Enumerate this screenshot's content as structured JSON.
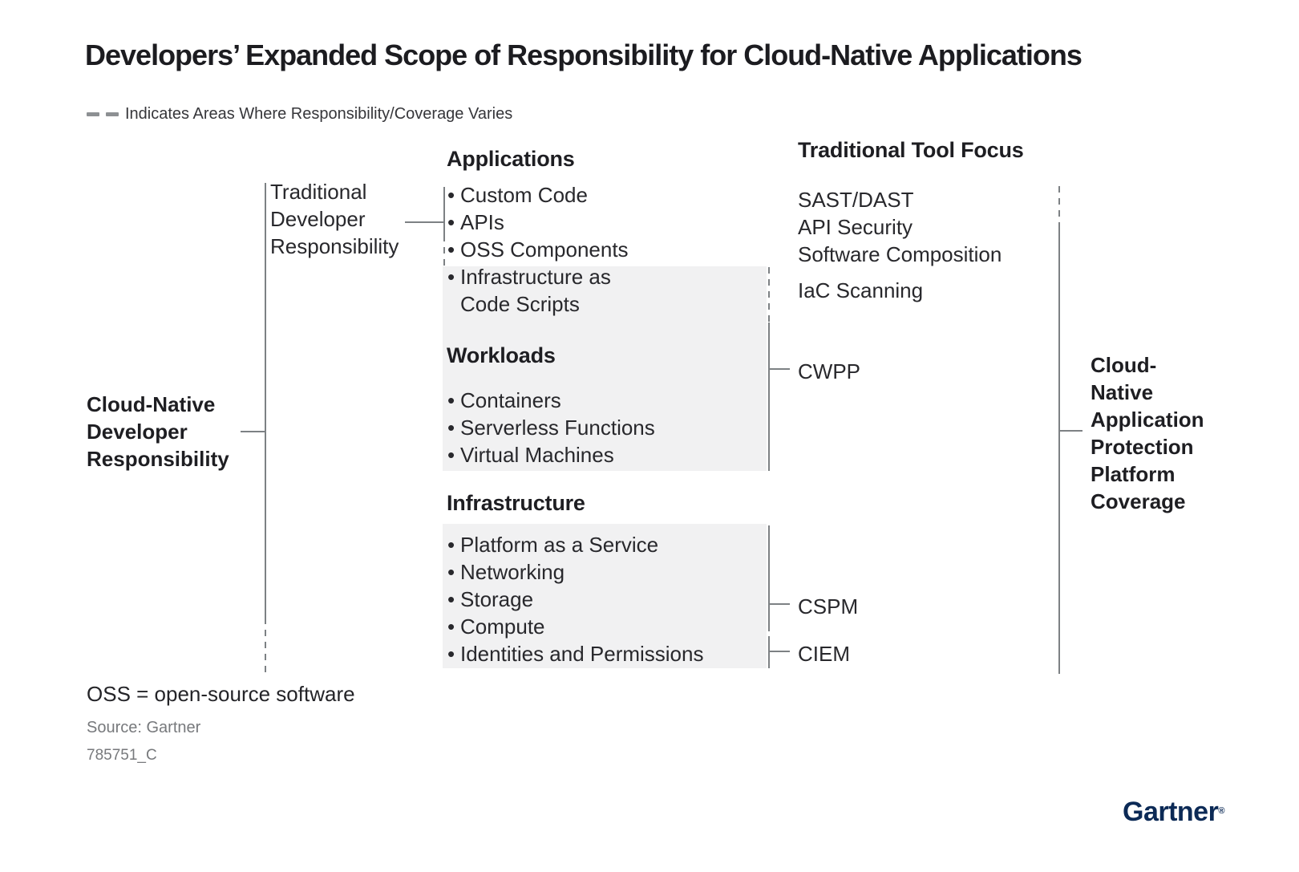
{
  "title": "Developers’ Expanded Scope of Responsibility for Cloud-Native Applications",
  "legend": {
    "text": "Indicates Areas Where Responsibility/Coverage Varies"
  },
  "left_bracket": {
    "lines": [
      "Cloud-Native",
      "Developer",
      "Responsibility"
    ]
  },
  "traditional_dev": {
    "lines": [
      "Traditional",
      "Developer",
      "Responsibility"
    ]
  },
  "middle": {
    "bullet_glyph": "•",
    "applications": {
      "heading": "Applications",
      "items": [
        "Custom Code",
        "APIs",
        "OSS Components"
      ],
      "wrapped_item": {
        "line1": "Infrastructure as",
        "line2": "Code Scripts"
      }
    },
    "workloads": {
      "heading": "Workloads",
      "items": [
        "Containers",
        "Serverless Functions",
        "Virtual Machines"
      ]
    },
    "infrastructure": {
      "heading": "Infrastructure",
      "items": [
        "Platform as a Service",
        "Networking",
        "Storage",
        "Compute",
        "Identities and Permissions"
      ]
    }
  },
  "right": {
    "heading": "Traditional Tool Focus",
    "app_tools": [
      "SAST/DAST",
      "API Security",
      "Software Composition"
    ],
    "iac_tool": "IaC Scanning",
    "cwpp": "CWPP",
    "cspm": "CSPM",
    "ciem": "CIEM"
  },
  "cnapp": {
    "lines": [
      "Cloud-",
      "Native",
      "Application",
      "Protection",
      "Platform",
      "Coverage"
    ]
  },
  "footer": {
    "oss_note": "OSS = open-source software",
    "source": "Source: Gartner",
    "doc_id": "785751_C"
  },
  "brand": {
    "logo_text": "Gartner",
    "registered_mark": "®"
  },
  "colors": {
    "background": "#ffffff",
    "text": "#242428",
    "line_gray": "#7d8184",
    "legend_dash_gray": "#8d9093",
    "box_gray": "#f1f1f2",
    "muted_gray": "#77797c",
    "logo_navy": "#0c2a56"
  }
}
